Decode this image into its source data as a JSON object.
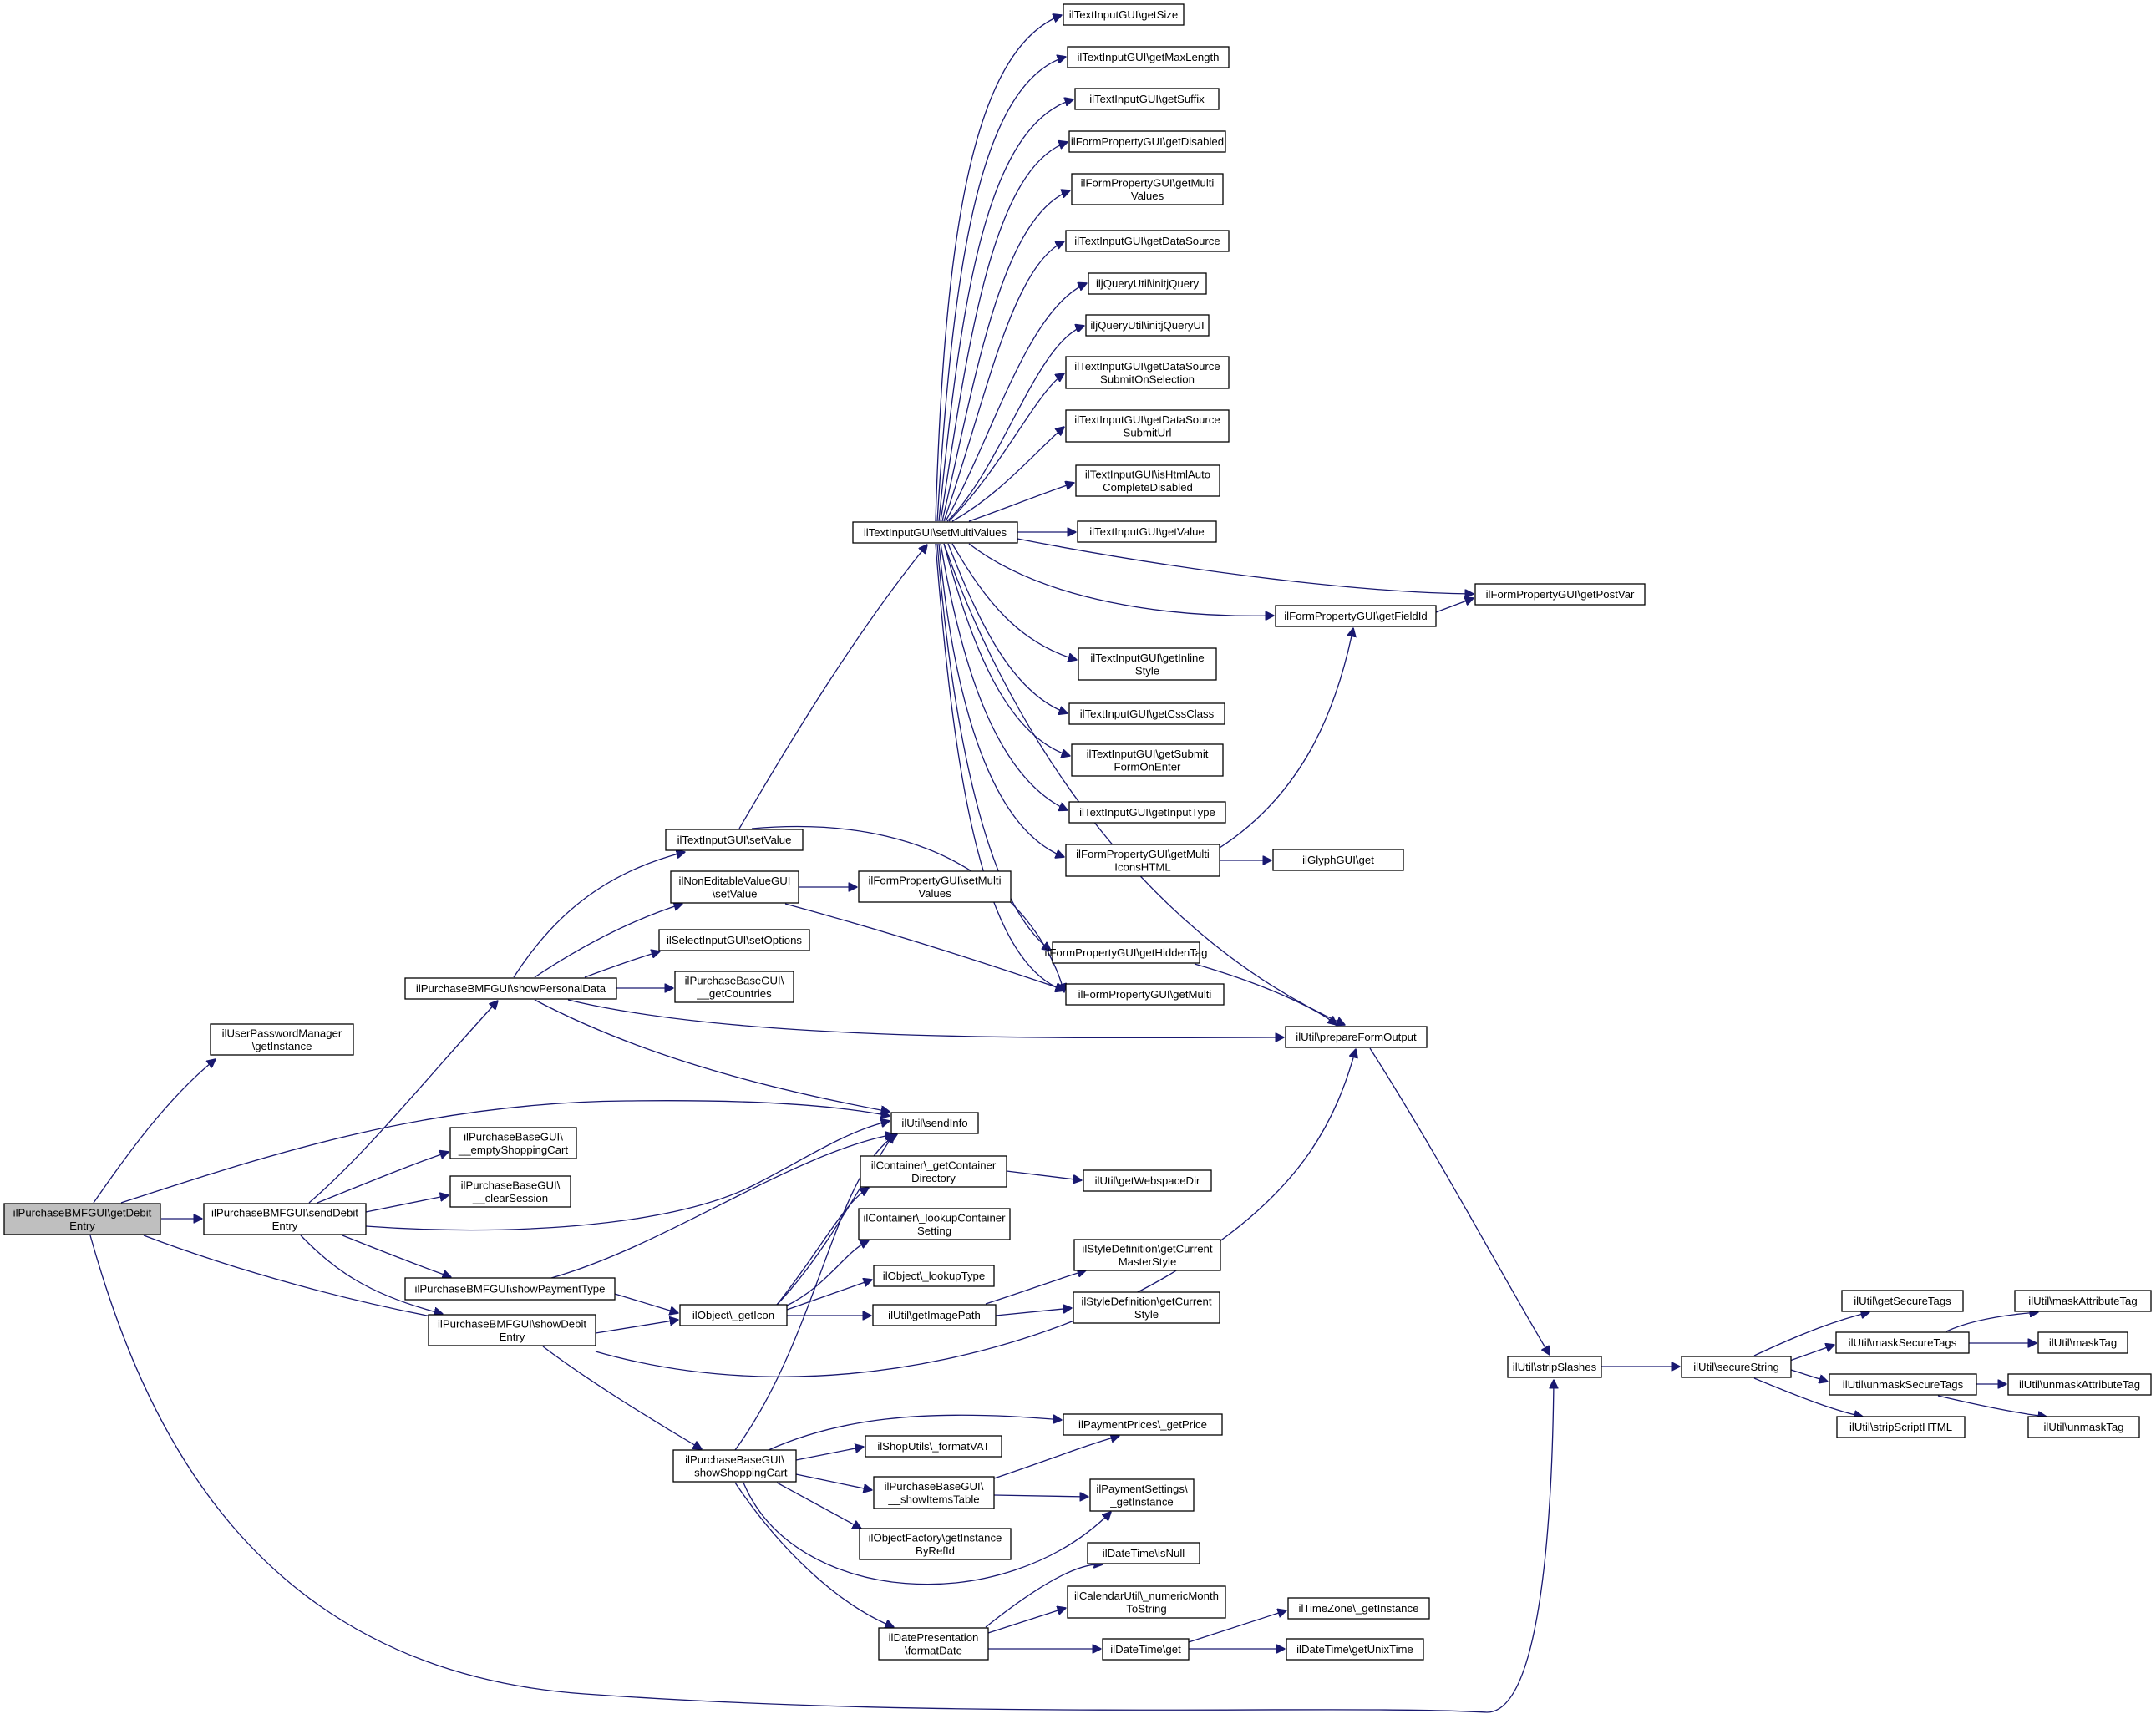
{
  "diagram": {
    "type": "call-graph",
    "root": "getDebitEntry",
    "colors": {
      "edge": "#191970",
      "node_border": "#000000",
      "node_fill": "#ffffff",
      "root_fill": "#bfbfbf"
    },
    "nodes": [
      {
        "id": "getDebitEntry",
        "lines": [
          "ilPurchaseBMFGUI\\getDebit",
          "Entry"
        ]
      },
      {
        "id": "getInstance",
        "lines": [
          "ilUserPasswordManager",
          "\\getInstance"
        ]
      },
      {
        "id": "sendDebitEntry",
        "lines": [
          "ilPurchaseBMFGUI\\sendDebit",
          "Entry"
        ]
      },
      {
        "id": "showPersonalData",
        "lines": [
          "ilPurchaseBMFGUI\\showPersonalData"
        ]
      },
      {
        "id": "emptyShoppingCart",
        "lines": [
          "ilPurchaseBaseGUI\\",
          "__emptyShoppingCart"
        ]
      },
      {
        "id": "clearSession",
        "lines": [
          "ilPurchaseBaseGUI\\",
          "__clearSession"
        ]
      },
      {
        "id": "showPaymentType",
        "lines": [
          "ilPurchaseBMFGUI\\showPaymentType"
        ]
      },
      {
        "id": "showDebitEntry",
        "lines": [
          "ilPurchaseBMFGUI\\showDebit",
          "Entry"
        ]
      },
      {
        "id": "textSetValue",
        "lines": [
          "ilTextInputGUI\\setValue"
        ]
      },
      {
        "id": "nonEditSetValue",
        "lines": [
          "ilNonEditableValueGUI",
          "\\setValue"
        ]
      },
      {
        "id": "setOptions",
        "lines": [
          "ilSelectInputGUI\\setOptions"
        ]
      },
      {
        "id": "getCountries",
        "lines": [
          "ilPurchaseBaseGUI\\",
          "__getCountries"
        ]
      },
      {
        "id": "sendInfo",
        "lines": [
          "ilUtil\\sendInfo"
        ]
      },
      {
        "id": "getContainerDirectory",
        "lines": [
          "ilContainer\\_getContainer",
          "Directory"
        ]
      },
      {
        "id": "lookupContainerSetting",
        "lines": [
          "ilContainer\\_lookupContainer",
          "Setting"
        ]
      },
      {
        "id": "lookupType",
        "lines": [
          "ilObject\\_lookupType"
        ]
      },
      {
        "id": "getIcon",
        "lines": [
          "ilObject\\_getIcon"
        ]
      },
      {
        "id": "getImagePath",
        "lines": [
          "ilUtil\\getImagePath"
        ]
      },
      {
        "id": "showShoppingCart",
        "lines": [
          "ilPurchaseBaseGUI\\",
          "__showShoppingCart"
        ]
      },
      {
        "id": "formatVAT",
        "lines": [
          "ilShopUtils\\_formatVAT"
        ]
      },
      {
        "id": "showItemsTable",
        "lines": [
          "ilPurchaseBaseGUI\\",
          "__showItemsTable"
        ]
      },
      {
        "id": "getInstanceByRefId",
        "lines": [
          "ilObjectFactory\\getInstance",
          "ByRefId"
        ]
      },
      {
        "id": "formatDate",
        "lines": [
          "ilDatePresentation",
          "\\formatDate"
        ]
      },
      {
        "id": "setMultiValues",
        "lines": [
          "ilTextInputGUI\\setMultiValues"
        ]
      },
      {
        "id": "setMultiValuesFP",
        "lines": [
          "ilFormPropertyGUI\\setMulti",
          "Values"
        ]
      },
      {
        "id": "getSize",
        "lines": [
          "ilTextInputGUI\\getSize"
        ]
      },
      {
        "id": "getMaxLength",
        "lines": [
          "ilTextInputGUI\\getMaxLength"
        ]
      },
      {
        "id": "getSuffix",
        "lines": [
          "ilTextInputGUI\\getSuffix"
        ]
      },
      {
        "id": "getDisabled",
        "lines": [
          "ilFormPropertyGUI\\getDisabled"
        ]
      },
      {
        "id": "getMultiValues",
        "lines": [
          "ilFormPropertyGUI\\getMulti",
          "Values"
        ]
      },
      {
        "id": "getDataSource",
        "lines": [
          "ilTextInputGUI\\getDataSource"
        ]
      },
      {
        "id": "initjQuery",
        "lines": [
          "iljQueryUtil\\initjQuery"
        ]
      },
      {
        "id": "initjQueryUI",
        "lines": [
          "iljQueryUtil\\initjQueryUI"
        ]
      },
      {
        "id": "getDataSourceSubmitOnSelection",
        "lines": [
          "ilTextInputGUI\\getDataSource",
          "SubmitOnSelection"
        ]
      },
      {
        "id": "getDataSourceSubmitUrl",
        "lines": [
          "ilTextInputGUI\\getDataSource",
          "SubmitUrl"
        ]
      },
      {
        "id": "isHtmlAutoCompleteDisabled",
        "lines": [
          "ilTextInputGUI\\isHtmlAuto",
          "CompleteDisabled"
        ]
      },
      {
        "id": "getValue",
        "lines": [
          "ilTextInputGUI\\getValue"
        ]
      },
      {
        "id": "getFieldId",
        "lines": [
          "ilFormPropertyGUI\\getFieldId"
        ]
      },
      {
        "id": "getPostVar",
        "lines": [
          "ilFormPropertyGUI\\getPostVar"
        ]
      },
      {
        "id": "getInlineStyle",
        "lines": [
          "ilTextInputGUI\\getInline",
          "Style"
        ]
      },
      {
        "id": "getCssClass",
        "lines": [
          "ilTextInputGUI\\getCssClass"
        ]
      },
      {
        "id": "getSubmitFormOnEnter",
        "lines": [
          "ilTextInputGUI\\getSubmit",
          "FormOnEnter"
        ]
      },
      {
        "id": "getInputType",
        "lines": [
          "ilTextInputGUI\\getInputType"
        ]
      },
      {
        "id": "getMultiIconsHTML",
        "lines": [
          "ilFormPropertyGUI\\getMulti",
          "IconsHTML"
        ]
      },
      {
        "id": "glyphGet",
        "lines": [
          "ilGlyphGUI\\get"
        ]
      },
      {
        "id": "getHiddenTag",
        "lines": [
          "ilFormPropertyGUI\\getHiddenTag"
        ]
      },
      {
        "id": "getMulti",
        "lines": [
          "ilFormPropertyGUI\\getMulti"
        ]
      },
      {
        "id": "prepareFormOutput",
        "lines": [
          "ilUtil\\prepareFormOutput"
        ]
      },
      {
        "id": "getWebspaceDir",
        "lines": [
          "ilUtil\\getWebspaceDir"
        ]
      },
      {
        "id": "getCurrentMasterStyle",
        "lines": [
          "ilStyleDefinition\\getCurrent",
          "MasterStyle"
        ]
      },
      {
        "id": "getCurrentStyle",
        "lines": [
          "ilStyleDefinition\\getCurrent",
          "Style"
        ]
      },
      {
        "id": "getPrice",
        "lines": [
          "ilPaymentPrices\\_getPrice"
        ]
      },
      {
        "id": "paymentSettingsGetInstance",
        "lines": [
          "ilPaymentSettings\\",
          "_getInstance"
        ]
      },
      {
        "id": "isNull",
        "lines": [
          "ilDateTime\\isNull"
        ]
      },
      {
        "id": "numericMonthToString",
        "lines": [
          "ilCalendarUtil\\_numericMonth",
          "ToString"
        ]
      },
      {
        "id": "dateTimeGet",
        "lines": [
          "ilDateTime\\get"
        ]
      },
      {
        "id": "timeZoneGetInstance",
        "lines": [
          "ilTimeZone\\_getInstance"
        ]
      },
      {
        "id": "getUnixTime",
        "lines": [
          "ilDateTime\\getUnixTime"
        ]
      },
      {
        "id": "stripSlashes",
        "lines": [
          "ilUtil\\stripSlashes"
        ]
      },
      {
        "id": "secureString",
        "lines": [
          "ilUtil\\secureString"
        ]
      },
      {
        "id": "getSecureTags",
        "lines": [
          "ilUtil\\getSecureTags"
        ]
      },
      {
        "id": "maskSecureTags",
        "lines": [
          "ilUtil\\maskSecureTags"
        ]
      },
      {
        "id": "unmaskSecureTags",
        "lines": [
          "ilUtil\\unmaskSecureTags"
        ]
      },
      {
        "id": "stripScriptHTML",
        "lines": [
          "ilUtil\\stripScriptHTML"
        ]
      },
      {
        "id": "maskAttributeTag",
        "lines": [
          "ilUtil\\maskAttributeTag"
        ]
      },
      {
        "id": "maskTag",
        "lines": [
          "ilUtil\\maskTag"
        ]
      },
      {
        "id": "unmaskAttributeTag",
        "lines": [
          "ilUtil\\unmaskAttributeTag"
        ]
      },
      {
        "id": "unmaskTag",
        "lines": [
          "ilUtil\\unmaskTag"
        ]
      }
    ]
  }
}
